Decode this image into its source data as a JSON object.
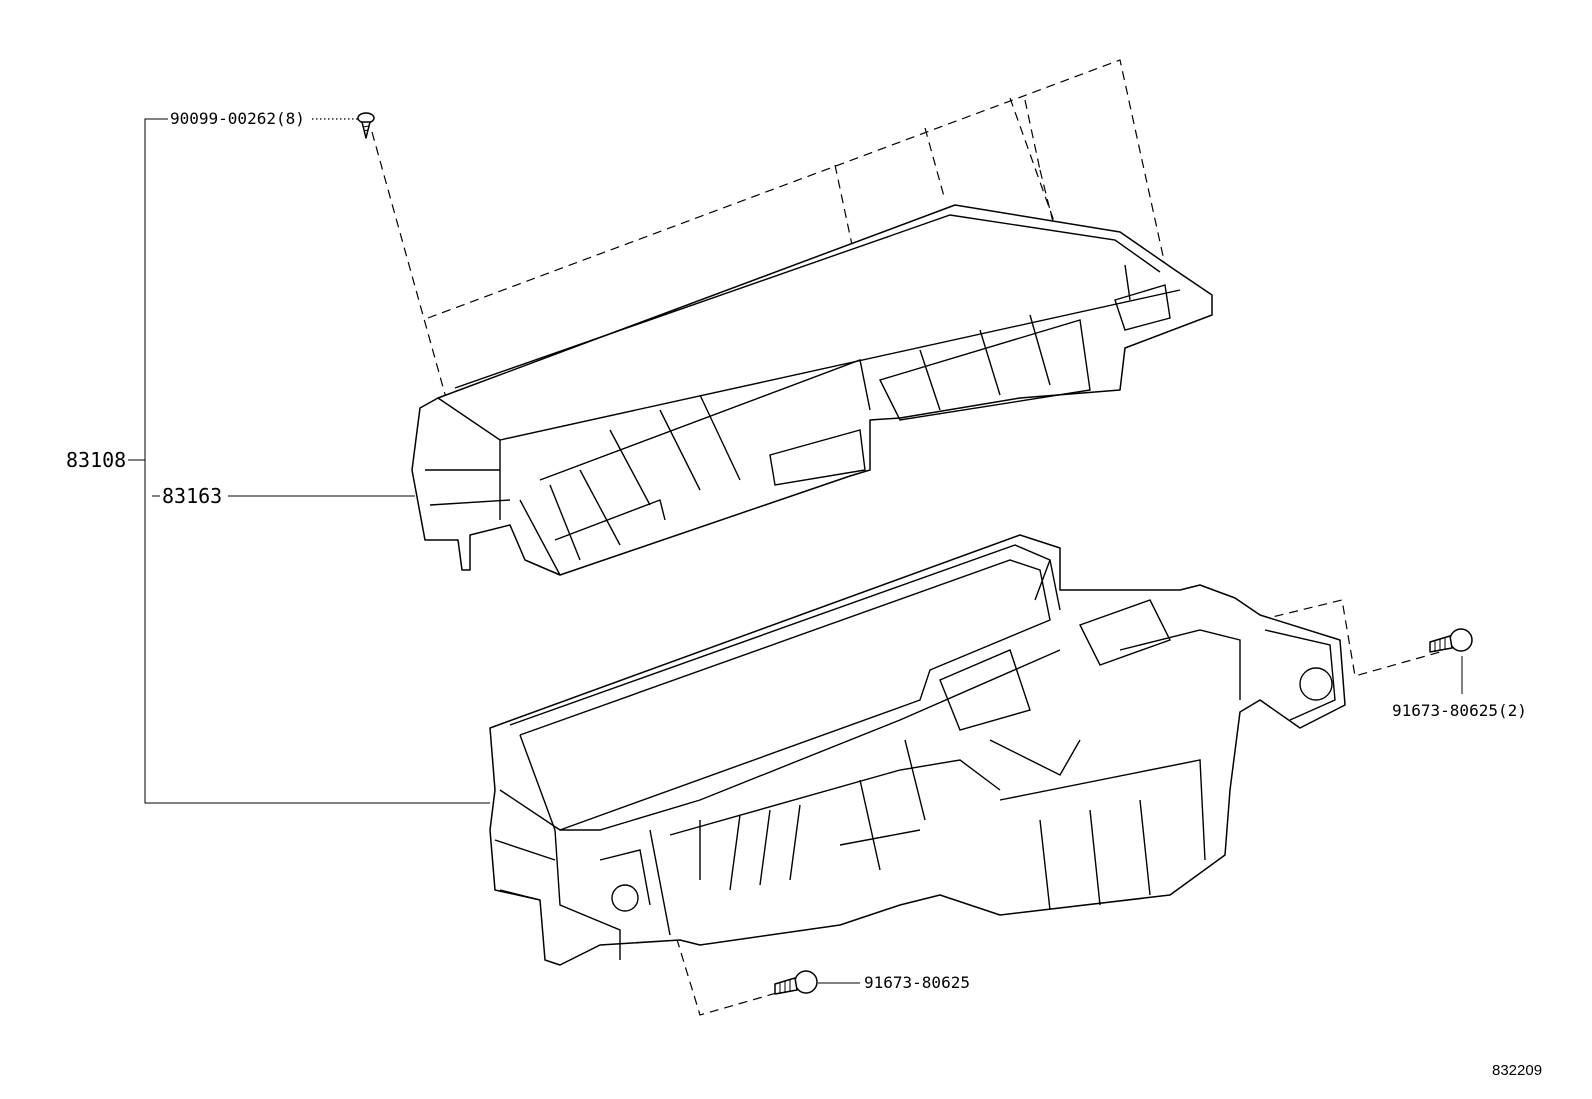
{
  "labels": {
    "assembly": "83108",
    "upper_case": "83163",
    "screw": "90099-00262(8)",
    "bolt_right": "91673-80625(2)",
    "bolt_bottom": "91673-80625",
    "figure_id": "832209"
  },
  "icons": [
    "screw-icon",
    "bolt-icon"
  ]
}
